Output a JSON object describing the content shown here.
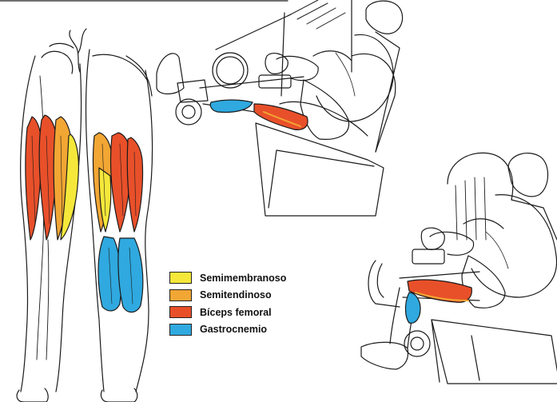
{
  "legend": {
    "items": [
      {
        "label": "Semimembranoso",
        "color": "#f5e83a"
      },
      {
        "label": "Semitendinoso",
        "color": "#f2a634"
      },
      {
        "label": "Bíceps femoral",
        "color": "#e8502a"
      },
      {
        "label": "Gastrocnemio",
        "color": "#2fa9df"
      }
    ]
  },
  "colors": {
    "ink": "#1a1a1a",
    "semimembranoso": "#f5e83a",
    "semitendinoso": "#f2a634",
    "biceps_femoral": "#e8502a",
    "gastrocnemio": "#2fa9df"
  }
}
